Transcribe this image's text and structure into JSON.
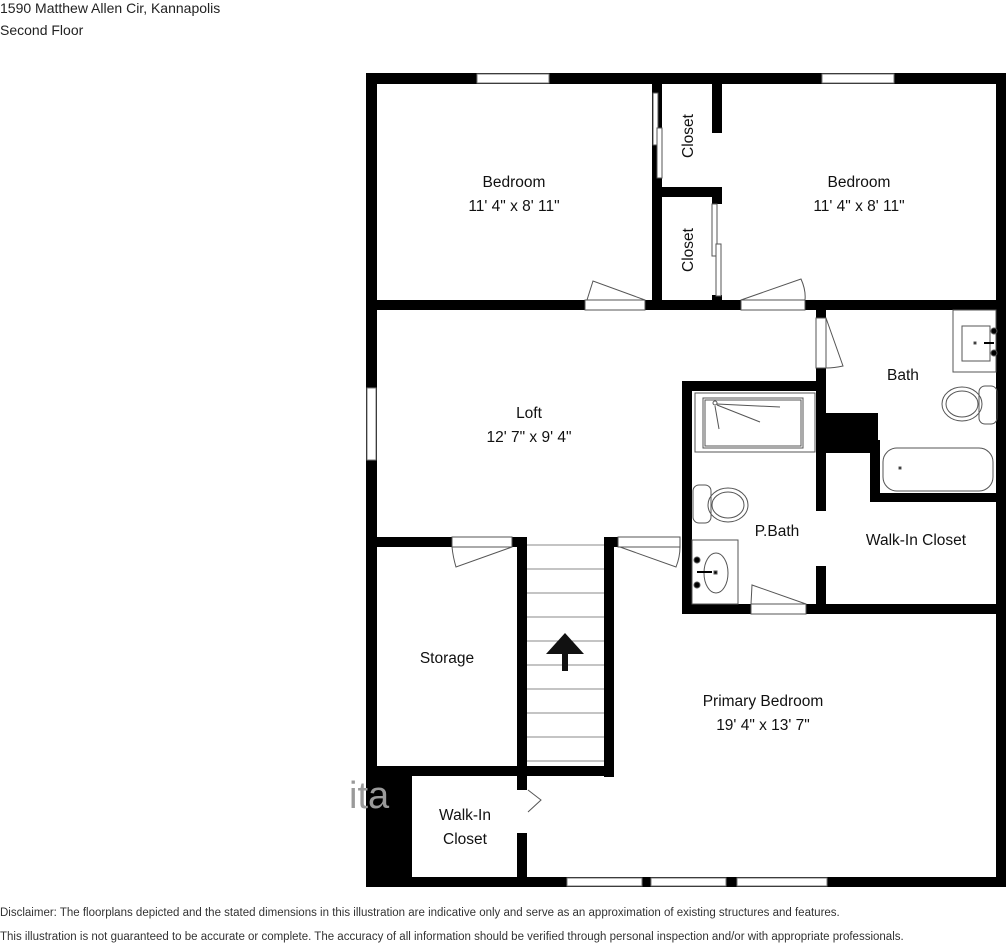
{
  "header": {
    "address": "1590 Matthew Allen Cir, Kannapolis",
    "floor": "Second Floor"
  },
  "rooms": {
    "bedroom_left": {
      "name": "Bedroom",
      "dims": "11' 4\" x 8' 11\""
    },
    "bedroom_right": {
      "name": "Bedroom",
      "dims": "11' 4\" x 8' 11\""
    },
    "closet_top": {
      "name": "Closet"
    },
    "closet_bottom": {
      "name": "Closet"
    },
    "loft": {
      "name": "Loft",
      "dims": "12' 7\" x 9' 4\""
    },
    "bath": {
      "name": "Bath"
    },
    "pbath": {
      "name": "P.Bath"
    },
    "walkin_closet_right": {
      "name": "Walk-In Closet"
    },
    "storage": {
      "name": "Storage"
    },
    "primary_bedroom": {
      "name": "Primary Bedroom",
      "dims": "19' 4\" x 13' 7\""
    },
    "walkin_closet_left": {
      "line1": "Walk-In",
      "line2": "Closet"
    }
  },
  "stairs": {
    "direction": "up",
    "icon": "arrow-up-icon"
  },
  "colors": {
    "wall": "#000000",
    "window": "#ffffff",
    "fixture_stroke": "#555555",
    "watermark": "#9a9a9a"
  },
  "watermark": {
    "fragment": "ita"
  },
  "disclaimer": {
    "line1": "Disclaimer: The floorplans depicted and the stated dimensions in this illustration are indicative only and serve as an approximation of existing structures and features.",
    "line2": "This illustration is not guaranteed to be accurate or complete. The accuracy of all information should be verified through personal inspection and/or with appropriate professionals."
  }
}
